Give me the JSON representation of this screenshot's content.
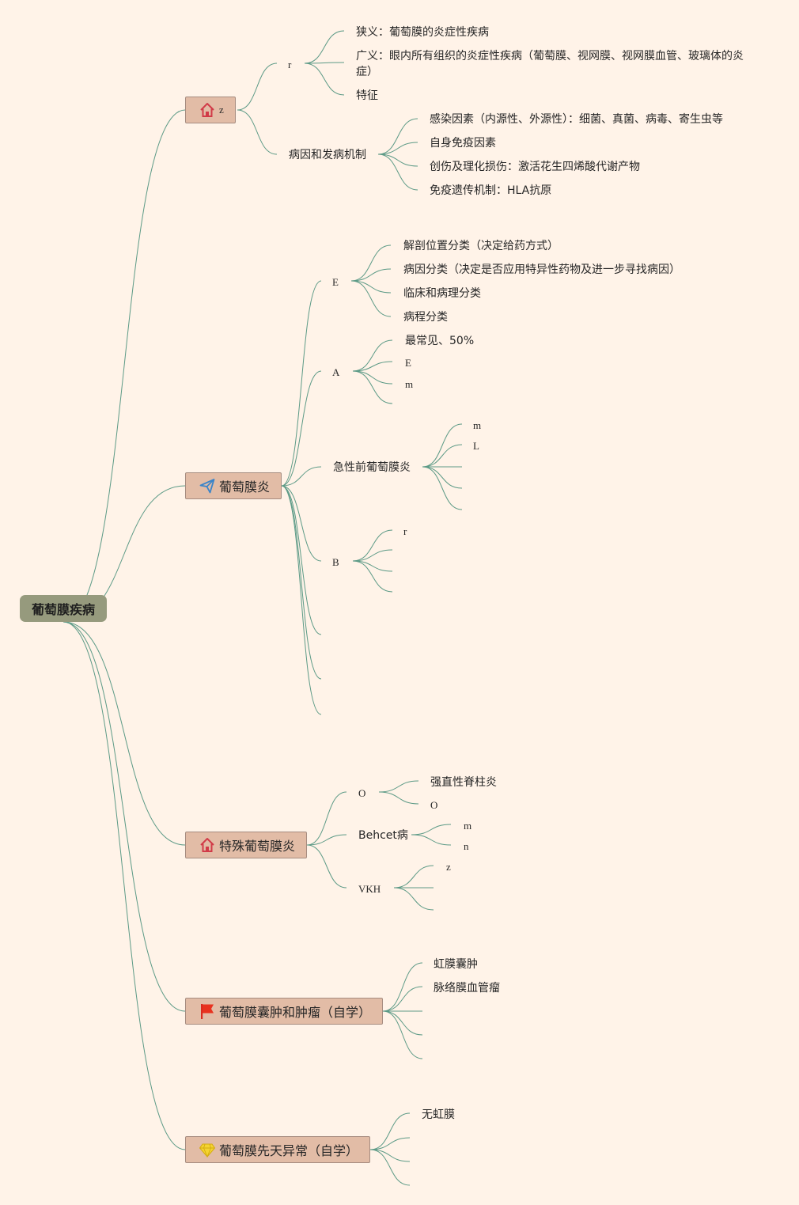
{
  "root": "葡萄膜疾病",
  "branches": [
    {
      "label": "z",
      "icon": "house-icon",
      "children": [
        {
          "label": "r",
          "children": [
            "狭义：葡萄膜的炎症性疾病",
            "广义：眼内所有组织的炎症性疾病（葡萄膜、视网膜、视网膜血管、玻璃体的炎症）",
            "特征"
          ]
        },
        {
          "label": "病因和发病机制",
          "children": [
            "感染因素（内源性、外源性）：细菌、真菌、病毒、寄生虫等",
            "自身免疫因素",
            "创伤及理化损伤：激活花生四烯酸代谢产物",
            "免疫遗传机制：HLA抗原"
          ]
        }
      ]
    },
    {
      "label": "葡萄膜炎",
      "icon": "paper-plane-icon",
      "children": [
        {
          "label": "E",
          "children": [
            "解剖位置分类（决定给药方式）",
            "病因分类（决定是否应用特异性药物及进一步寻找病因）",
            "临床和病理分类",
            "病程分类"
          ]
        },
        {
          "label": "A",
          "children": [
            "最常见、50%",
            "E",
            "m",
            ""
          ]
        },
        {
          "label": "急性前葡萄膜炎",
          "children": [
            "m",
            "L",
            "",
            "",
            ""
          ]
        },
        {
          "label": "B",
          "children": [
            "r",
            "",
            "",
            ""
          ]
        },
        {
          "label": "",
          "children": []
        },
        {
          "label": "",
          "children": []
        },
        {
          "label": "",
          "children": []
        }
      ]
    },
    {
      "label": "特殊葡萄膜炎",
      "icon": "house-icon",
      "children": [
        {
          "label": "O",
          "children": [
            "强直性脊柱炎",
            "O"
          ]
        },
        {
          "label": "Behcet病",
          "children": [
            "m",
            "n"
          ]
        },
        {
          "label": "VKH",
          "children": [
            "z",
            "",
            ""
          ]
        }
      ]
    },
    {
      "label": "葡萄膜囊肿和肿瘤（自学）",
      "icon": "red-flag-icon",
      "children": [
        "虹膜囊肿",
        "脉络膜血管瘤",
        "",
        "",
        ""
      ]
    },
    {
      "label": "葡萄膜先天异常（自学）",
      "icon": "gem-icon",
      "children": [
        "无虹膜",
        "",
        "",
        ""
      ]
    }
  ],
  "colors": {
    "background": "#fff3e8",
    "link": "#5c9a86",
    "node_fill": "#e2bca6",
    "root_fill": "#969a7d"
  }
}
